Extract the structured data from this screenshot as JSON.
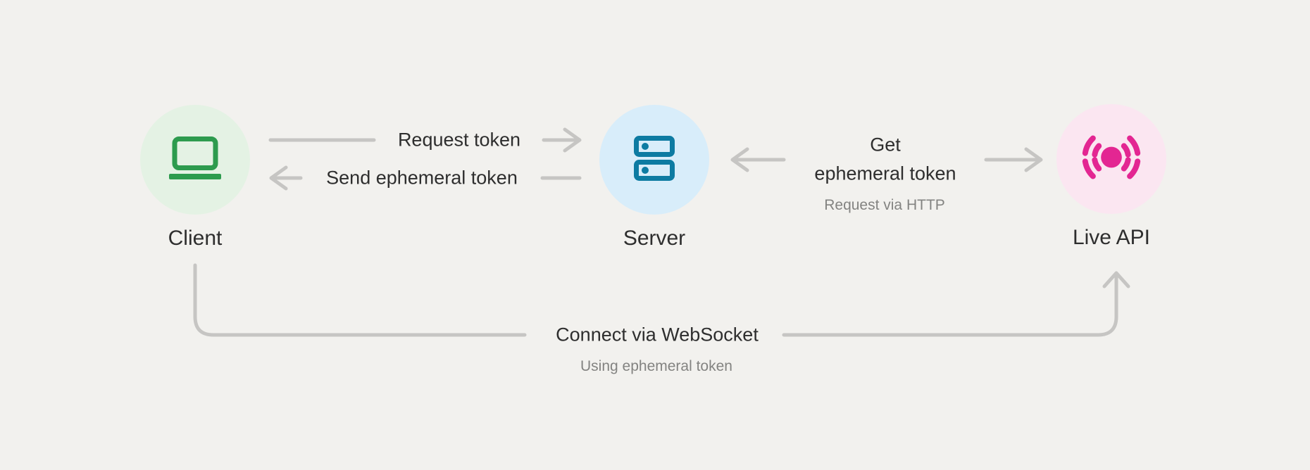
{
  "diagram": {
    "background_color": "#f2f1ee",
    "connector_color": "#c6c5c3",
    "text_color": "#2e2e2e",
    "secondary_text_color": "#838381",
    "nodes": [
      {
        "id": "client",
        "label": "Client",
        "icon": "laptop-icon",
        "icon_color": "#2d9b4e",
        "circle_color": "#e4f2e4"
      },
      {
        "id": "server",
        "label": "Server",
        "icon": "server-icon",
        "icon_color": "#0d7ba2",
        "circle_color": "#d8edfa"
      },
      {
        "id": "live-api",
        "label": "Live API",
        "icon": "broadcast-icon",
        "icon_color": "#e32692",
        "circle_color": "#fbe6f1"
      }
    ],
    "edges": [
      {
        "id": "request-token",
        "from": "client",
        "to": "server",
        "label": "Request token"
      },
      {
        "id": "send-ephemeral-token",
        "from": "server",
        "to": "client",
        "label": "Send ephemeral token"
      },
      {
        "id": "get-ephemeral-token",
        "from": "server",
        "to": "live-api",
        "label": "Get\nephemeral token",
        "sublabel": "Request via HTTP"
      },
      {
        "id": "connect-via-websocket",
        "from": "client",
        "to": "live-api",
        "label": "Connect via WebSocket",
        "sublabel": "Using ephemeral token"
      }
    ]
  }
}
